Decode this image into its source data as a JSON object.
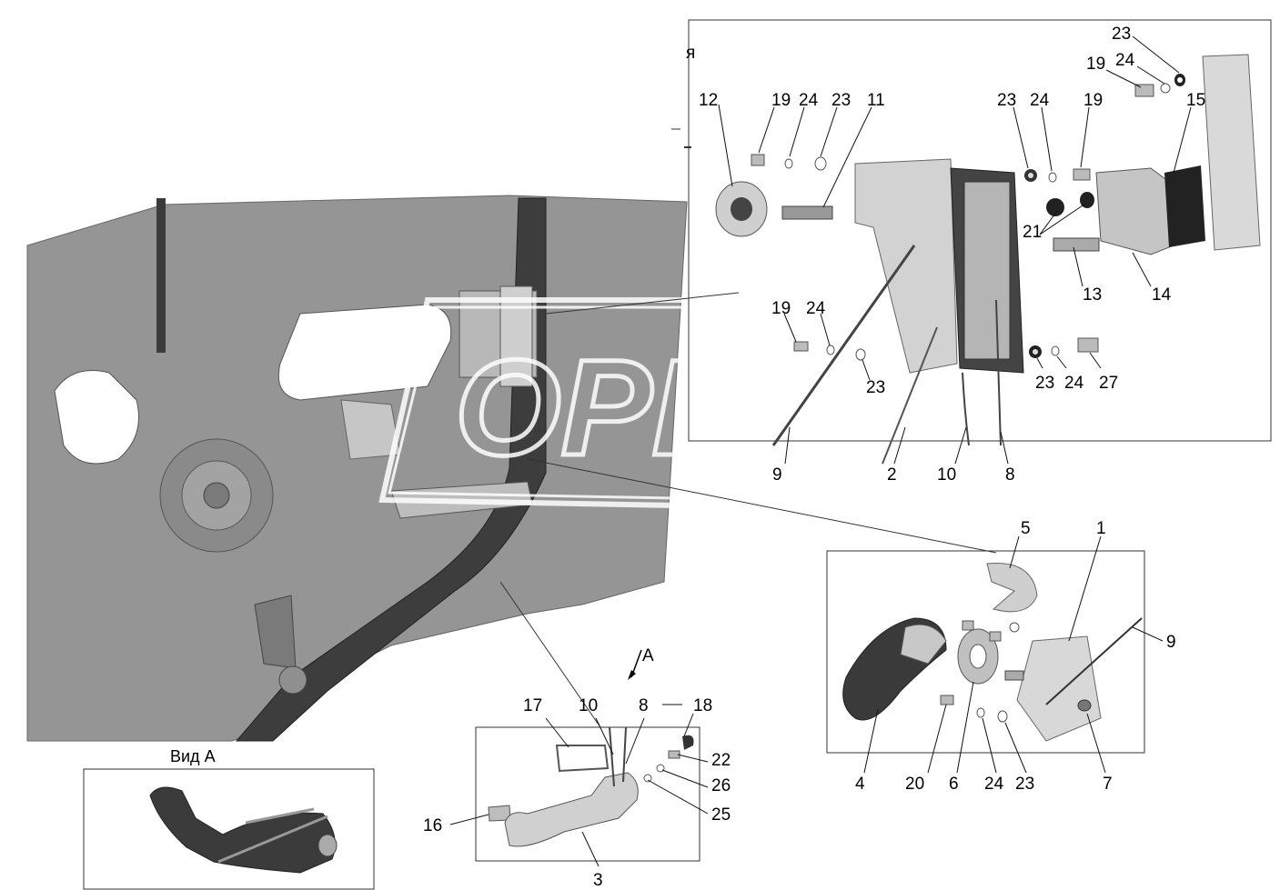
{
  "watermark": "OPEX",
  "view_title": "Вид А",
  "view_arrow_label": "А",
  "stray_mark": "я",
  "labels": {
    "n1": "1",
    "n2": "2",
    "n3": "3",
    "n4": "4",
    "n5": "5",
    "n6": "6",
    "n7": "7",
    "n8a": "8",
    "n8b": "8",
    "n9a": "9",
    "n9b": "9",
    "n10a": "10",
    "n10b": "10",
    "n11": "11",
    "n12": "12",
    "n13": "13",
    "n14": "14",
    "n15": "15",
    "n16": "16",
    "n17": "17",
    "n18": "18",
    "n19a": "19",
    "n19b": "19",
    "n19c": "19",
    "n19d": "19",
    "n20": "20",
    "n21": "21",
    "n22": "22",
    "n23a": "23",
    "n23b": "23",
    "n23c": "23",
    "n23d": "23",
    "n23e": "23",
    "n23f": "23",
    "n24a": "24",
    "n24b": "24",
    "n24c": "24",
    "n24d": "24",
    "n24e": "24",
    "n24f": "24",
    "n25": "25",
    "n26": "26",
    "n27": "27"
  },
  "colors": {
    "panel": "#959595",
    "panel_dark": "#5e5e5e",
    "part_light": "#d4d4d4",
    "part_mid": "#a9a9a9",
    "part_dark": "#3b3b3b",
    "watermark": "#ffffff"
  }
}
